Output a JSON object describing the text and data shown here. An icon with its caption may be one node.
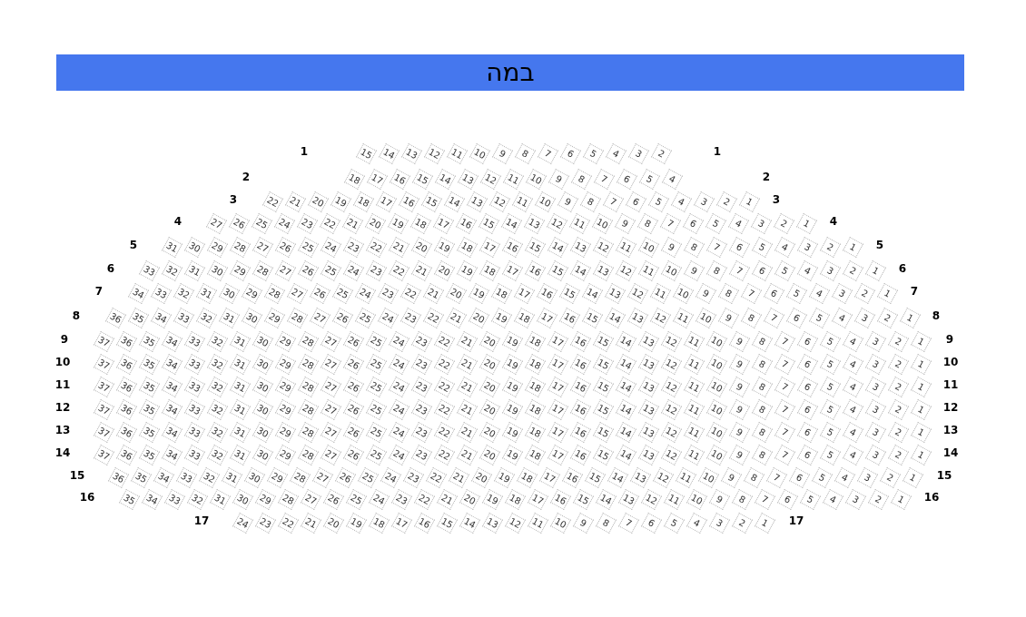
{
  "diagram": {
    "nodes": [
      {
        "text": [
          "במה"
        ]
      },
      {
        "text": [
          "15"
        ]
      },
      {
        "text": [
          "14"
        ]
      },
      {
        "text": [
          "13"
        ]
      },
      {
        "text": [
          "12"
        ]
      },
      {
        "text": [
          "11"
        ]
      },
      {
        "text": [
          "10"
        ]
      },
      {
        "text": [
          "9"
        ]
      },
      {
        "text": [
          "8"
        ]
      },
      {
        "text": [
          "7"
        ]
      },
      {
        "text": [
          "6"
        ]
      },
      {
        "text": [
          "5"
        ]
      },
      {
        "text": [
          "4"
        ]
      },
      {
        "text": [
          "3"
        ]
      },
      {
        "text": [
          "2"
        ]
      },
      {
        "text": [
          "18"
        ]
      },
      {
        "text": [
          "17"
        ]
      },
      {
        "text": [
          "16"
        ]
      },
      {
        "text": [
          "15"
        ]
      },
      {
        "text": [
          "14"
        ]
      },
      {
        "text": [
          "13"
        ]
      },
      {
        "text": [
          "12"
        ]
      },
      {
        "text": [
          "11"
        ]
      },
      {
        "text": [
          "10"
        ]
      },
      {
        "text": [
          "9"
        ]
      },
      {
        "text": [
          "8"
        ]
      },
      {
        "text": [
          "7"
        ]
      },
      {
        "text": [
          "6"
        ]
      },
      {
        "text": [
          "5"
        ]
      },
      {
        "text": [
          "4"
        ]
      },
      {
        "text": [
          "22"
        ]
      },
      {
        "text": [
          "21"
        ]
      },
      {
        "text": [
          "20"
        ]
      },
      {
        "text": [
          "19"
        ]
      },
      {
        "text": [
          "18"
        ]
      },
      {
        "text": [
          "17"
        ]
      },
      {
        "text": [
          "16"
        ]
      },
      {
        "text": [
          "15"
        ]
      },
      {
        "text": [
          "14"
        ]
      },
      {
        "text": [
          "13"
        ]
      },
      {
        "text": [
          "12"
        ]
      },
      {
        "text": [
          "11"
        ]
      },
      {
        "text": [
          "10"
        ]
      },
      {
        "text": [
          "9"
        ]
      },
      {
        "text": [
          "8"
        ]
      },
      {
        "text": [
          "7"
        ]
      },
      {
        "text": [
          "6"
        ]
      },
      {
        "text": [
          "5"
        ]
      },
      {
        "text": [
          "4"
        ]
      },
      {
        "text": [
          "3"
        ]
      },
      {
        "text": [
          "2"
        ]
      },
      {
        "text": [
          "1"
        ]
      },
      {
        "text": [
          "27"
        ]
      },
      {
        "text": [
          "26"
        ]
      },
      {
        "text": [
          "25"
        ]
      },
      {
        "text": [
          "24"
        ]
      },
      {
        "text": [
          "23"
        ]
      },
      {
        "text": [
          "22"
        ]
      },
      {
        "text": [
          "21"
        ]
      },
      {
        "text": [
          "20"
        ]
      },
      {
        "text": [
          "19"
        ]
      },
      {
        "text": [
          "18"
        ]
      },
      {
        "text": [
          "17"
        ]
      },
      {
        "text": [
          "16"
        ]
      },
      {
        "text": [
          "15"
        ]
      },
      {
        "text": [
          "14"
        ]
      },
      {
        "text": [
          "13"
        ]
      },
      {
        "text": [
          "12"
        ]
      },
      {
        "text": [
          "11"
        ]
      },
      {
        "text": [
          "10"
        ]
      },
      {
        "text": [
          "9"
        ]
      },
      {
        "text": [
          "8"
        ]
      },
      {
        "text": [
          "7"
        ]
      },
      {
        "text": [
          "6"
        ]
      },
      {
        "text": [
          "5"
        ]
      },
      {
        "text": [
          "4"
        ]
      },
      {
        "text": [
          "3"
        ]
      },
      {
        "text": [
          "2"
        ]
      },
      {
        "text": [
          "1"
        ]
      },
      {
        "text": [
          "31"
        ]
      },
      {
        "text": [
          "30"
        ]
      },
      {
        "text": [
          "29"
        ]
      },
      {
        "text": [
          "28"
        ]
      },
      {
        "text": [
          "27"
        ]
      },
      {
        "text": [
          "26"
        ]
      },
      {
        "text": [
          "25"
        ]
      },
      {
        "text": [
          "24"
        ]
      },
      {
        "text": [
          "23"
        ]
      },
      {
        "text": [
          "22"
        ]
      },
      {
        "text": [
          "21"
        ]
      },
      {
        "text": [
          "20"
        ]
      },
      {
        "text": [
          "19"
        ]
      },
      {
        "text": [
          "18"
        ]
      },
      {
        "text": [
          "17"
        ]
      },
      {
        "text": [
          "16"
        ]
      },
      {
        "text": [
          "15"
        ]
      },
      {
        "text": [
          "14"
        ]
      },
      {
        "text": [
          "13"
        ]
      },
      {
        "text": [
          "12"
        ]
      },
      {
        "text": [
          "11"
        ]
      },
      {
        "text": [
          "10"
        ]
      },
      {
        "text": [
          "9"
        ]
      },
      {
        "text": [
          "8"
        ]
      },
      {
        "text": [
          "7"
        ]
      },
      {
        "text": [
          "6"
        ]
      },
      {
        "text": [
          "5"
        ]
      },
      {
        "text": [
          "4"
        ]
      },
      {
        "text": [
          "3"
        ]
      },
      {
        "text": [
          "2"
        ]
      },
      {
        "text": [
          "1"
        ]
      },
      {
        "text": [
          "33"
        ]
      },
      {
        "text": [
          "32"
        ]
      },
      {
        "text": [
          "31"
        ]
      },
      {
        "text": [
          "30"
        ]
      },
      {
        "text": [
          "29"
        ]
      },
      {
        "text": [
          "28"
        ]
      },
      {
        "text": [
          "27"
        ]
      },
      {
        "text": [
          "26"
        ]
      },
      {
        "text": [
          "25"
        ]
      },
      {
        "text": [
          "24"
        ]
      },
      {
        "text": [
          "23"
        ]
      },
      {
        "text": [
          "22"
        ]
      },
      {
        "text": [
          "21"
        ]
      },
      {
        "text": [
          "20"
        ]
      },
      {
        "text": [
          "19"
        ]
      },
      {
        "text": [
          "18"
        ]
      },
      {
        "text": [
          "17"
        ]
      },
      {
        "text": [
          "16"
        ]
      },
      {
        "text": [
          "15"
        ]
      },
      {
        "text": [
          "14"
        ]
      },
      {
        "text": [
          "13"
        ]
      },
      {
        "text": [
          "12"
        ]
      },
      {
        "text": [
          "11"
        ]
      },
      {
        "text": [
          "10"
        ]
      },
      {
        "text": [
          "9"
        ]
      },
      {
        "text": [
          "8"
        ]
      },
      {
        "text": [
          "7"
        ]
      },
      {
        "text": [
          "6"
        ]
      },
      {
        "text": [
          "5"
        ]
      },
      {
        "text": [
          "4"
        ]
      },
      {
        "text": [
          "3"
        ]
      },
      {
        "text": [
          "2"
        ]
      },
      {
        "text": [
          "1"
        ]
      },
      {
        "text": [
          "34"
        ]
      },
      {
        "text": [
          "33"
        ]
      },
      {
        "text": [
          "32"
        ]
      },
      {
        "text": [
          "31"
        ]
      },
      {
        "text": [
          "30"
        ]
      },
      {
        "text": [
          "29"
        ]
      },
      {
        "text": [
          "28"
        ]
      },
      {
        "text": [
          "27"
        ]
      },
      {
        "text": [
          "26"
        ]
      },
      {
        "text": [
          "25"
        ]
      },
      {
        "text": [
          "24"
        ]
      },
      {
        "text": [
          "23"
        ]
      },
      {
        "text": [
          "22"
        ]
      },
      {
        "text": [
          "21"
        ]
      },
      {
        "text": [
          "20"
        ]
      },
      {
        "text": [
          "19"
        ]
      },
      {
        "text": [
          "18"
        ]
      },
      {
        "text": [
          "17"
        ]
      },
      {
        "text": [
          "16"
        ]
      },
      {
        "text": [
          "15"
        ]
      },
      {
        "text": [
          "14"
        ]
      },
      {
        "text": [
          "13"
        ]
      },
      {
        "text": [
          "12"
        ]
      },
      {
        "text": [
          "11"
        ]
      },
      {
        "text": [
          "10"
        ]
      },
      {
        "text": [
          "9"
        ]
      },
      {
        "text": [
          "8"
        ]
      },
      {
        "text": [
          "7"
        ]
      },
      {
        "text": [
          "6"
        ]
      },
      {
        "text": [
          "5"
        ]
      },
      {
        "text": [
          "4"
        ]
      },
      {
        "text": [
          "3"
        ]
      },
      {
        "text": [
          "2"
        ]
      },
      {
        "text": [
          "1"
        ]
      },
      {
        "text": [
          "36"
        ]
      },
      {
        "text": [
          "35"
        ]
      },
      {
        "text": [
          "34"
        ]
      },
      {
        "text": [
          "33"
        ]
      },
      {
        "text": [
          "32"
        ]
      },
      {
        "text": [
          "31"
        ]
      },
      {
        "text": [
          "30"
        ]
      },
      {
        "text": [
          "29"
        ]
      },
      {
        "text": [
          "28"
        ]
      },
      {
        "text": [
          "27"
        ]
      },
      {
        "text": [
          "26"
        ]
      },
      {
        "text": [
          "25"
        ]
      },
      {
        "text": [
          "24"
        ]
      },
      {
        "text": [
          "23"
        ]
      },
      {
        "text": [
          "22"
        ]
      },
      {
        "text": [
          "21"
        ]
      },
      {
        "text": [
          "20"
        ]
      },
      {
        "text": [
          "19"
        ]
      },
      {
        "text": [
          "18"
        ]
      },
      {
        "text": [
          "17"
        ]
      },
      {
        "text": [
          "16"
        ]
      },
      {
        "text": [
          "15"
        ]
      },
      {
        "text": [
          "14"
        ]
      },
      {
        "text": [
          "13"
        ]
      },
      {
        "text": [
          "12"
        ]
      },
      {
        "text": [
          "11"
        ]
      },
      {
        "text": [
          "10"
        ]
      },
      {
        "text": [
          "9"
        ]
      },
      {
        "text": [
          "8"
        ]
      },
      {
        "text": [
          "7"
        ]
      },
      {
        "text": [
          "6"
        ]
      },
      {
        "text": [
          "5"
        ]
      },
      {
        "text": [
          "4"
        ]
      },
      {
        "text": [
          "3"
        ]
      },
      {
        "text": [
          "2"
        ]
      },
      {
        "text": [
          "1"
        ]
      },
      {
        "text": [
          "37"
        ]
      },
      {
        "text": [
          "36"
        ]
      },
      {
        "text": [
          "35"
        ]
      },
      {
        "text": [
          "34"
        ]
      },
      {
        "text": [
          "33"
        ]
      },
      {
        "text": [
          "32"
        ]
      },
      {
        "text": [
          "31"
        ]
      },
      {
        "text": [
          "30"
        ]
      },
      {
        "text": [
          "29"
        ]
      },
      {
        "text": [
          "28"
        ]
      },
      {
        "text": [
          "27"
        ]
      },
      {
        "text": [
          "26"
        ]
      },
      {
        "text": [
          "25"
        ]
      },
      {
        "text": [
          "24"
        ]
      },
      {
        "text": [
          "23"
        ]
      },
      {
        "text": [
          "22"
        ]
      },
      {
        "text": [
          "21"
        ]
      },
      {
        "text": [
          "20"
        ]
      },
      {
        "text": [
          "19"
        ]
      },
      {
        "text": [
          "18"
        ]
      },
      {
        "text": [
          "17"
        ]
      },
      {
        "text": [
          "16"
        ]
      },
      {
        "text": [
          "15"
        ]
      },
      {
        "text": [
          "14"
        ]
      },
      {
        "text": [
          "13"
        ]
      },
      {
        "text": [
          "12"
        ]
      },
      {
        "text": [
          "11"
        ]
      },
      {
        "text": [
          "10"
        ]
      },
      {
        "text": [
          "9"
        ]
      },
      {
        "text": [
          "8"
        ]
      },
      {
        "text": [
          "7"
        ]
      },
      {
        "text": [
          "6"
        ]
      },
      {
        "text": [
          "5"
        ]
      },
      {
        "text": [
          "4"
        ]
      },
      {
        "text": [
          "3"
        ]
      },
      {
        "text": [
          "2"
        ]
      },
      {
        "text": [
          "1"
        ]
      },
      {
        "text": [
          "37"
        ]
      },
      {
        "text": [
          "36"
        ]
      },
      {
        "text": [
          "35"
        ]
      },
      {
        "text": [
          "34"
        ]
      },
      {
        "text": [
          "33"
        ]
      },
      {
        "text": [
          "32"
        ]
      },
      {
        "text": [
          "31"
        ]
      },
      {
        "text": [
          "30"
        ]
      },
      {
        "text": [
          "29"
        ]
      },
      {
        "text": [
          "28"
        ]
      },
      {
        "text": [
          "27"
        ]
      },
      {
        "text": [
          "26"
        ]
      },
      {
        "text": [
          "25"
        ]
      },
      {
        "text": [
          "24"
        ]
      },
      {
        "text": [
          "23"
        ]
      },
      {
        "text": [
          "22"
        ]
      },
      {
        "text": [
          "21"
        ]
      },
      {
        "text": [
          "20"
        ]
      },
      {
        "text": [
          "19"
        ]
      },
      {
        "text": [
          "18"
        ]
      },
      {
        "text": [
          "17"
        ]
      },
      {
        "text": [
          "16"
        ]
      },
      {
        "text": [
          "15"
        ]
      },
      {
        "text": [
          "14"
        ]
      },
      {
        "text": [
          "13"
        ]
      },
      {
        "text": [
          "12"
        ]
      },
      {
        "text": [
          "11"
        ]
      },
      {
        "text": [
          "10"
        ]
      },
      {
        "text": [
          "9"
        ]
      },
      {
        "text": [
          "8"
        ]
      },
      {
        "text": [
          "7"
        ]
      },
      {
        "text": [
          "6"
        ]
      },
      {
        "text": [
          "5"
        ]
      },
      {
        "text": [
          "4"
        ]
      },
      {
        "text": [
          "3"
        ]
      },
      {
        "text": [
          "2"
        ]
      },
      {
        "text": [
          "1"
        ]
      },
      {
        "text": [
          "37"
        ]
      },
      {
        "text": [
          "36"
        ]
      },
      {
        "text": [
          "35"
        ]
      },
      {
        "text": [
          "34"
        ]
      },
      {
        "text": [
          "33"
        ]
      },
      {
        "text": [
          "32"
        ]
      },
      {
        "text": [
          "31"
        ]
      },
      {
        "text": [
          "30"
        ]
      },
      {
        "text": [
          "29"
        ]
      },
      {
        "text": [
          "28"
        ]
      },
      {
        "text": [
          "27"
        ]
      },
      {
        "text": [
          "26"
        ]
      },
      {
        "text": [
          "25"
        ]
      },
      {
        "text": [
          "24"
        ]
      },
      {
        "text": [
          "23"
        ]
      },
      {
        "text": [
          "22"
        ]
      },
      {
        "text": [
          "21"
        ]
      },
      {
        "text": [
          "20"
        ]
      },
      {
        "text": [
          "19"
        ]
      },
      {
        "text": [
          "18"
        ]
      },
      {
        "text": [
          "17"
        ]
      },
      {
        "text": [
          "16"
        ]
      },
      {
        "text": [
          "15"
        ]
      },
      {
        "text": [
          "14"
        ]
      },
      {
        "text": [
          "13"
        ]
      },
      {
        "text": [
          "12"
        ]
      },
      {
        "text": [
          "11"
        ]
      },
      {
        "text": [
          "10"
        ]
      },
      {
        "text": [
          "9"
        ]
      },
      {
        "text": [
          "8"
        ]
      },
      {
        "text": [
          "7"
        ]
      },
      {
        "text": [
          "6"
        ]
      },
      {
        "text": [
          "5"
        ]
      },
      {
        "text": [
          "4"
        ]
      },
      {
        "text": [
          "3"
        ]
      },
      {
        "text": [
          "2"
        ]
      },
      {
        "text": [
          "1"
        ]
      },
      {
        "text": [
          "37"
        ]
      },
      {
        "text": [
          "36"
        ]
      },
      {
        "text": [
          "35"
        ]
      },
      {
        "text": [
          "34"
        ]
      },
      {
        "text": [
          "33"
        ]
      },
      {
        "text": [
          "32"
        ]
      },
      {
        "text": [
          "31"
        ]
      },
      {
        "text": [
          "30"
        ]
      },
      {
        "text": [
          "29"
        ]
      },
      {
        "text": [
          "28"
        ]
      },
      {
        "text": [
          "27"
        ]
      },
      {
        "text": [
          "26"
        ]
      },
      {
        "text": [
          "25"
        ]
      },
      {
        "text": [
          "24"
        ]
      },
      {
        "text": [
          "23"
        ]
      },
      {
        "text": [
          "22"
        ]
      },
      {
        "text": [
          "21"
        ]
      },
      {
        "text": [
          "20"
        ]
      },
      {
        "text": [
          "19"
        ]
      },
      {
        "text": [
          "18"
        ]
      },
      {
        "text": [
          "17"
        ]
      },
      {
        "text": [
          "16"
        ]
      },
      {
        "text": [
          "15"
        ]
      },
      {
        "text": [
          "14"
        ]
      },
      {
        "text": [
          "13"
        ]
      },
      {
        "text": [
          "12"
        ]
      },
      {
        "text": [
          "11"
        ]
      },
      {
        "text": [
          "10"
        ]
      },
      {
        "text": [
          "9"
        ]
      },
      {
        "text": [
          "8"
        ]
      },
      {
        "text": [
          "7"
        ]
      },
      {
        "text": [
          "6"
        ]
      },
      {
        "text": [
          "5"
        ]
      },
      {
        "text": [
          "4"
        ]
      },
      {
        "text": [
          "3"
        ]
      },
      {
        "text": [
          "2"
        ]
      },
      {
        "text": [
          "1"
        ]
      },
      {
        "text": [
          "37"
        ]
      },
      {
        "text": [
          "36"
        ]
      },
      {
        "text": [
          "35"
        ]
      },
      {
        "text": [
          "34"
        ]
      },
      {
        "text": [
          "33"
        ]
      },
      {
        "text": [
          "32"
        ]
      },
      {
        "text": [
          "31"
        ]
      },
      {
        "text": [
          "30"
        ]
      },
      {
        "text": [
          "29"
        ]
      },
      {
        "text": [
          "28"
        ]
      },
      {
        "text": [
          "27"
        ]
      },
      {
        "text": [
          "26"
        ]
      },
      {
        "text": [
          "25"
        ]
      },
      {
        "text": [
          "24"
        ]
      },
      {
        "text": [
          "23"
        ]
      },
      {
        "text": [
          "22"
        ]
      },
      {
        "text": [
          "21"
        ]
      },
      {
        "text": [
          "20"
        ]
      },
      {
        "text": [
          "19"
        ]
      },
      {
        "text": [
          "18"
        ]
      },
      {
        "text": [
          "17"
        ]
      },
      {
        "text": [
          "16"
        ]
      },
      {
        "text": [
          "15"
        ]
      },
      {
        "text": [
          "14"
        ]
      },
      {
        "text": [
          "13"
        ]
      },
      {
        "text": [
          "12"
        ]
      },
      {
        "text": [
          "11"
        ]
      },
      {
        "text": [
          "10"
        ]
      },
      {
        "text": [
          "9"
        ]
      },
      {
        "text": [
          "8"
        ]
      },
      {
        "text": [
          "7"
        ]
      },
      {
        "text": [
          "6"
        ]
      },
      {
        "text": [
          "5"
        ]
      },
      {
        "text": [
          "4"
        ]
      },
      {
        "text": [
          "3"
        ]
      },
      {
        "text": [
          "2"
        ]
      },
      {
        "text": [
          "1"
        ]
      },
      {
        "text": [
          "37"
        ]
      },
      {
        "text": [
          "36"
        ]
      },
      {
        "text": [
          "35"
        ]
      },
      {
        "text": [
          "34"
        ]
      },
      {
        "text": [
          "33"
        ]
      },
      {
        "text": [
          "32"
        ]
      },
      {
        "text": [
          "31"
        ]
      },
      {
        "text": [
          "30"
        ]
      },
      {
        "text": [
          "29"
        ]
      },
      {
        "text": [
          "28"
        ]
      },
      {
        "text": [
          "27"
        ]
      },
      {
        "text": [
          "26"
        ]
      },
      {
        "text": [
          "25"
        ]
      },
      {
        "text": [
          "24"
        ]
      },
      {
        "text": [
          "23"
        ]
      },
      {
        "text": [
          "22"
        ]
      },
      {
        "text": [
          "21"
        ]
      },
      {
        "text": [
          "20"
        ]
      },
      {
        "text": [
          "19"
        ]
      },
      {
        "text": [
          "18"
        ]
      },
      {
        "text": [
          "17"
        ]
      },
      {
        "text": [
          "16"
        ]
      },
      {
        "text": [
          "15"
        ]
      },
      {
        "text": [
          "14"
        ]
      },
      {
        "text": [
          "13"
        ]
      },
      {
        "text": [
          "12"
        ]
      },
      {
        "text": [
          "11"
        ]
      },
      {
        "text": [
          "10"
        ]
      },
      {
        "text": [
          "9"
        ]
      },
      {
        "text": [
          "8"
        ]
      },
      {
        "text": [
          "7"
        ]
      },
      {
        "text": [
          "6"
        ]
      },
      {
        "text": [
          "5"
        ]
      },
      {
        "text": [
          "4"
        ]
      },
      {
        "text": [
          "3"
        ]
      },
      {
        "text": [
          "2"
        ]
      },
      {
        "text": [
          "1"
        ]
      },
      {
        "text": [
          "36"
        ]
      },
      {
        "text": [
          "35"
        ]
      },
      {
        "text": [
          "34"
        ]
      },
      {
        "text": [
          "33"
        ]
      },
      {
        "text": [
          "32"
        ]
      },
      {
        "text": [
          "31"
        ]
      },
      {
        "text": [
          "30"
        ]
      },
      {
        "text": [
          "29"
        ]
      },
      {
        "text": [
          "28"
        ]
      },
      {
        "text": [
          "27"
        ]
      },
      {
        "text": [
          "26"
        ]
      },
      {
        "text": [
          "25"
        ]
      },
      {
        "text": [
          "24"
        ]
      },
      {
        "text": [
          "23"
        ]
      },
      {
        "text": [
          "22"
        ]
      },
      {
        "text": [
          "21"
        ]
      },
      {
        "text": [
          "20"
        ]
      },
      {
        "text": [
          "19"
        ]
      },
      {
        "text": [
          "18"
        ]
      },
      {
        "text": [
          "17"
        ]
      },
      {
        "text": [
          "16"
        ]
      },
      {
        "text": [
          "15"
        ]
      },
      {
        "text": [
          "14"
        ]
      },
      {
        "text": [
          "13"
        ]
      },
      {
        "text": [
          "12"
        ]
      },
      {
        "text": [
          "11"
        ]
      },
      {
        "text": [
          "10"
        ]
      },
      {
        "text": [
          "9"
        ]
      },
      {
        "text": [
          "8"
        ]
      },
      {
        "text": [
          "7"
        ]
      },
      {
        "text": [
          "6"
        ]
      },
      {
        "text": [
          "5"
        ]
      },
      {
        "text": [
          "4"
        ]
      },
      {
        "text": [
          "3"
        ]
      },
      {
        "text": [
          "2"
        ]
      },
      {
        "text": [
          "1"
        ]
      },
      {
        "text": [
          "35"
        ]
      },
      {
        "text": [
          "34"
        ]
      },
      {
        "text": [
          "33"
        ]
      },
      {
        "text": [
          "32"
        ]
      },
      {
        "text": [
          "31"
        ]
      },
      {
        "text": [
          "30"
        ]
      },
      {
        "text": [
          "29"
        ]
      },
      {
        "text": [
          "28"
        ]
      },
      {
        "text": [
          "27"
        ]
      },
      {
        "text": [
          "26"
        ]
      },
      {
        "text": [
          "25"
        ]
      },
      {
        "text": [
          "24"
        ]
      },
      {
        "text": [
          "23"
        ]
      },
      {
        "text": [
          "22"
        ]
      },
      {
        "text": [
          "21"
        ]
      },
      {
        "text": [
          "20"
        ]
      },
      {
        "text": [
          "19"
        ]
      },
      {
        "text": [
          "18"
        ]
      },
      {
        "text": [
          "17"
        ]
      },
      {
        "text": [
          "16"
        ]
      },
      {
        "text": [
          "15"
        ]
      },
      {
        "text": [
          "14"
        ]
      },
      {
        "text": [
          "13"
        ]
      },
      {
        "text": [
          "12"
        ]
      },
      {
        "text": [
          "11"
        ]
      },
      {
        "text": [
          "10"
        ]
      },
      {
        "text": [
          "9"
        ]
      },
      {
        "text": [
          "8"
        ]
      },
      {
        "text": [
          "7"
        ]
      },
      {
        "text": [
          "6"
        ]
      },
      {
        "text": [
          "5"
        ]
      },
      {
        "text": [
          "4"
        ]
      },
      {
        "text": [
          "3"
        ]
      },
      {
        "text": [
          "2"
        ]
      },
      {
        "text": [
          "1"
        ]
      },
      {
        "text": [
          "24"
        ]
      },
      {
        "text": [
          "23"
        ]
      },
      {
        "text": [
          "22"
        ]
      },
      {
        "text": [
          "21"
        ]
      },
      {
        "text": [
          "20"
        ]
      },
      {
        "text": [
          "19"
        ]
      },
      {
        "text": [
          "18"
        ]
      },
      {
        "text": [
          "17"
        ]
      },
      {
        "text": [
          "16"
        ]
      },
      {
        "text": [
          "15"
        ]
      },
      {
        "text": [
          "14"
        ]
      },
      {
        "text": [
          "13"
        ]
      },
      {
        "text": [
          "12"
        ]
      },
      {
        "text": [
          "11"
        ]
      },
      {
        "text": [
          "10"
        ]
      },
      {
        "text": [
          "9"
        ]
      },
      {
        "text": [
          "8"
        ]
      },
      {
        "text": [
          "7"
        ]
      },
      {
        "text": [
          "6"
        ]
      },
      {
        "text": [
          "5"
        ]
      },
      {
        "text": [
          "4"
        ]
      },
      {
        "text": [
          "3"
        ]
      },
      {
        "text": [
          "2"
        ]
      },
      {
        "text": [
          "1"
        ]
      }
    ],
    "labels": [
      "1",
      "1",
      "2",
      "2",
      "3",
      "3",
      "4",
      "4",
      "5",
      "5",
      "6",
      "6",
      "7",
      "7",
      "8",
      "8",
      "9",
      "9",
      "10",
      "10",
      "11",
      "11",
      "12",
      "12",
      "13",
      "13",
      "14",
      "14",
      "15",
      "15",
      "16",
      "16",
      "17",
      "17"
    ]
  }
}
